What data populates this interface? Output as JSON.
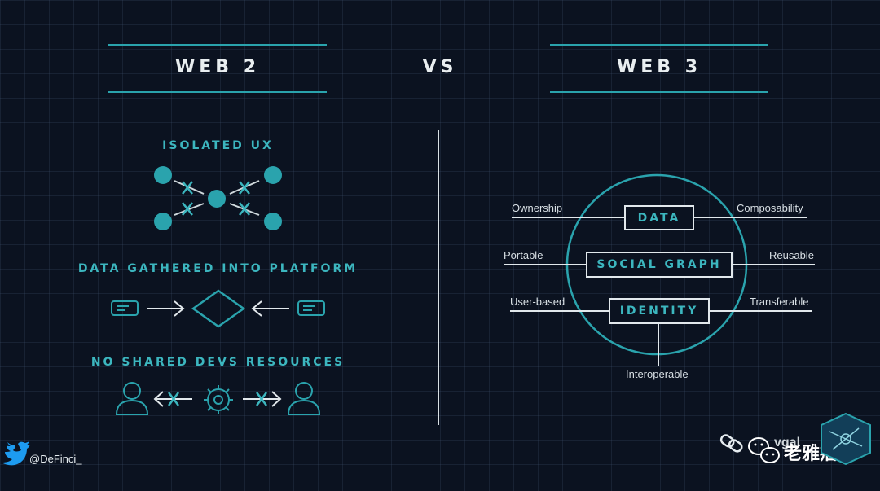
{
  "header": {
    "left_title": "WEB 2",
    "vs": "VS",
    "right_title": "WEB 3"
  },
  "web2": {
    "isolated_ux": "ISOLATED UX",
    "data_gathered": "DATA GATHERED INTO PLATFORM",
    "no_shared": "NO SHARED DEVS RESOURCES"
  },
  "web3": {
    "boxes": {
      "data": "DATA",
      "social_graph": "SOCIAL GRAPH",
      "identity": "IDENTITY"
    },
    "labels": {
      "ownership": "Ownership",
      "composability": "Composability",
      "portable": "Portable",
      "reusable": "Reusable",
      "user_based": "User-based",
      "transferable": "Transferable",
      "interoperable": "Interoperable"
    }
  },
  "footer": {
    "handle": "@DeFinci_",
    "wechat_name": "老雅痞",
    "partial_text": "vgal"
  },
  "colors": {
    "background": "#0b1220",
    "teal": "#2aa3ad",
    "teal_text": "#3cb6bf",
    "white": "#e2e8ec",
    "twitter": "#1d9bf0"
  },
  "icons": [
    "twitter-icon",
    "chain-link-icon",
    "wechat-icon",
    "brand-logo-icon",
    "user-icon",
    "gear-icon",
    "document-icon",
    "diamond-icon",
    "arrow-icon"
  ]
}
